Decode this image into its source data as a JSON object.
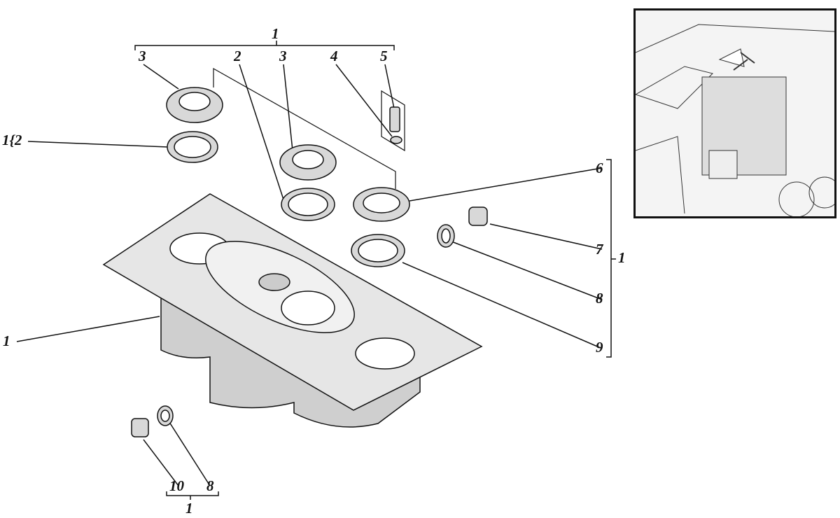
{
  "callouts": {
    "top_group": "1",
    "top_items": [
      "3",
      "2",
      "3",
      "4",
      "5"
    ],
    "left_group": "1",
    "left_item": "2",
    "right_items": [
      "6",
      "7",
      "8",
      "9"
    ],
    "right_group": "1",
    "housing": "1",
    "bottom_items": [
      "10",
      "8"
    ],
    "bottom_group": "1"
  },
  "colors": {
    "ink": "#111111",
    "paper": "#ffffff"
  }
}
